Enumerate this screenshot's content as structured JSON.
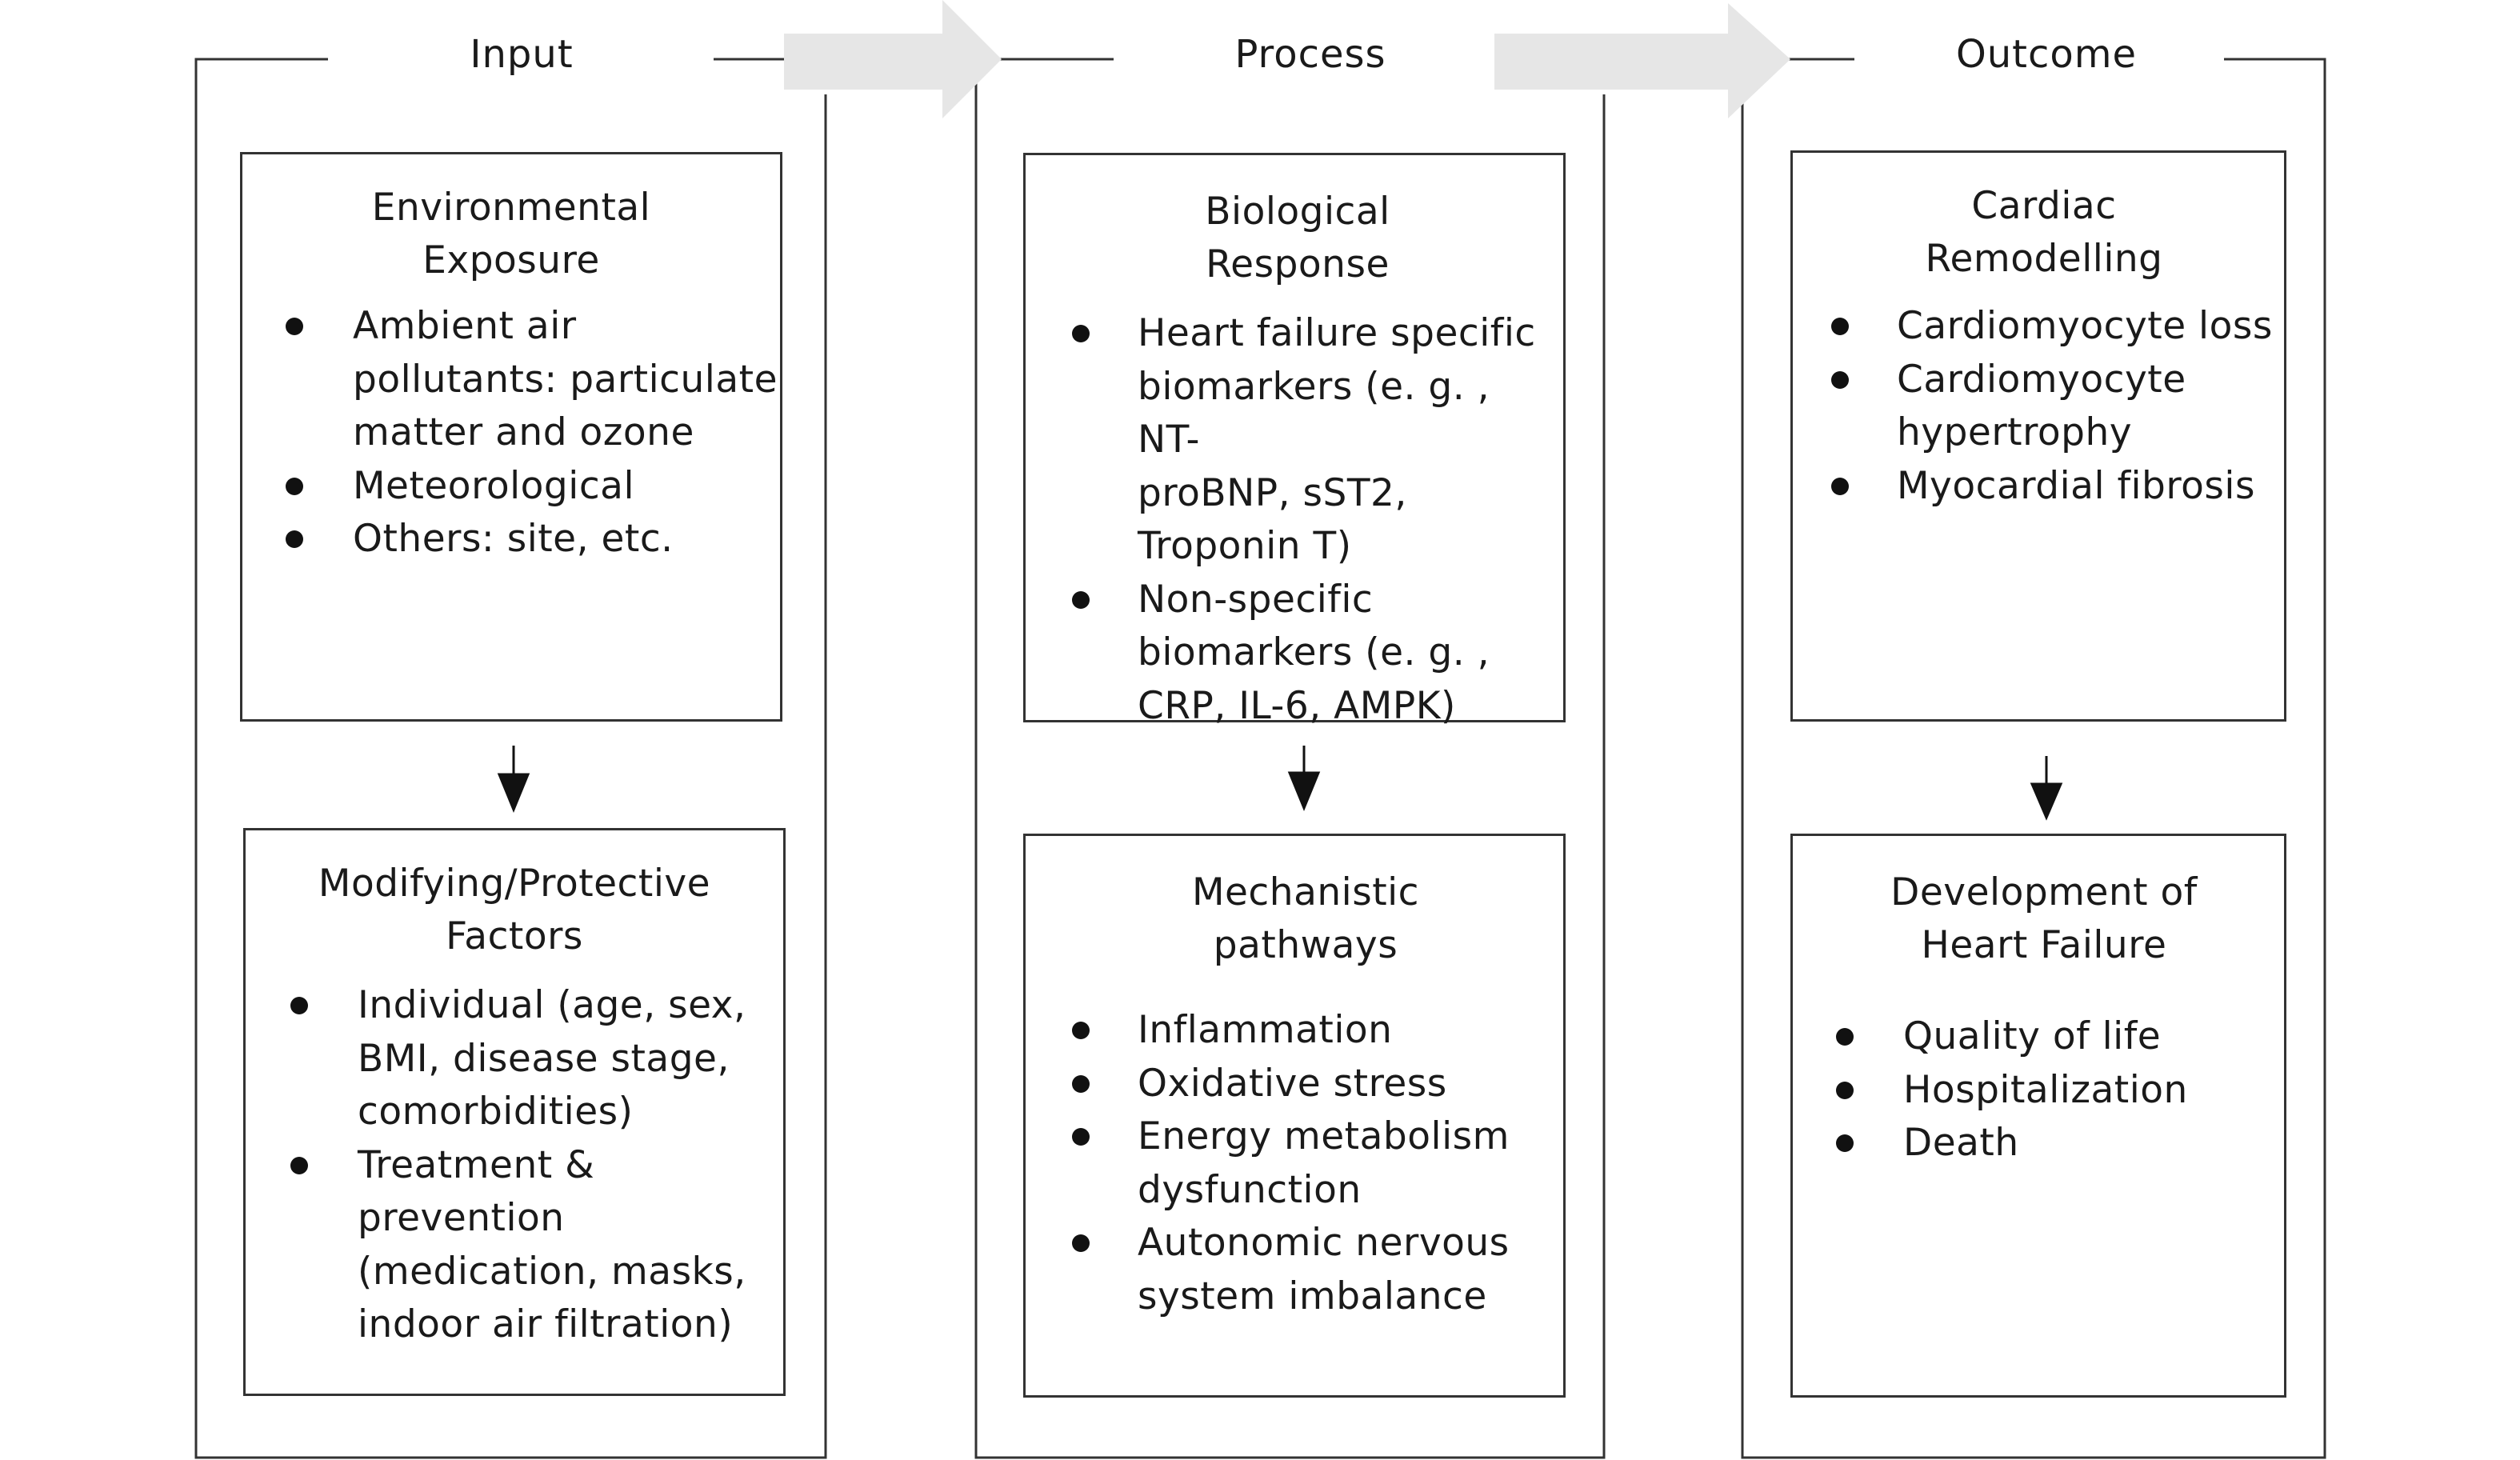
{
  "columns": [
    {
      "title": "Input",
      "boxes": [
        {
          "title": "Environmental\nExposure",
          "items": [
            "Ambient air\npollutants: particulate\nmatter and ozone",
            "Meteorological",
            "Others: site, etc."
          ]
        },
        {
          "title": "Modifying/Protective\nFactors",
          "items": [
            "Individual (age, sex,\nBMI, disease stage,\ncomorbidities)",
            "Treatment &\nprevention\n(medication, masks,\nindoor air filtration)"
          ]
        }
      ]
    },
    {
      "title": "Process",
      "boxes": [
        {
          "title": "Biological\nResponse",
          "items": [
            "Heart failure specific\nbiomarkers (e. g. , NT-\nproBNP, sST2,\nTroponin T)",
            "Non-specific\nbiomarkers (e. g. ,\nCRP, IL-6, AMPK)"
          ]
        },
        {
          "title": "Mechanistic\npathways",
          "items": [
            "Inflammation",
            "Oxidative stress",
            "Energy metabolism\ndysfunction",
            "Autonomic nervous\nsystem imbalance"
          ]
        }
      ]
    },
    {
      "title": "Outcome",
      "boxes": [
        {
          "title": "Cardiac\nRemodelling",
          "items": [
            "Cardiomyocyte loss",
            "Cardiomyocyte\nhypertrophy",
            "Myocardial fibrosis"
          ]
        },
        {
          "title": "Development of\nHeart Failure",
          "items": [
            "Quality of life",
            "Hospitalization",
            "Death"
          ]
        }
      ]
    }
  ]
}
